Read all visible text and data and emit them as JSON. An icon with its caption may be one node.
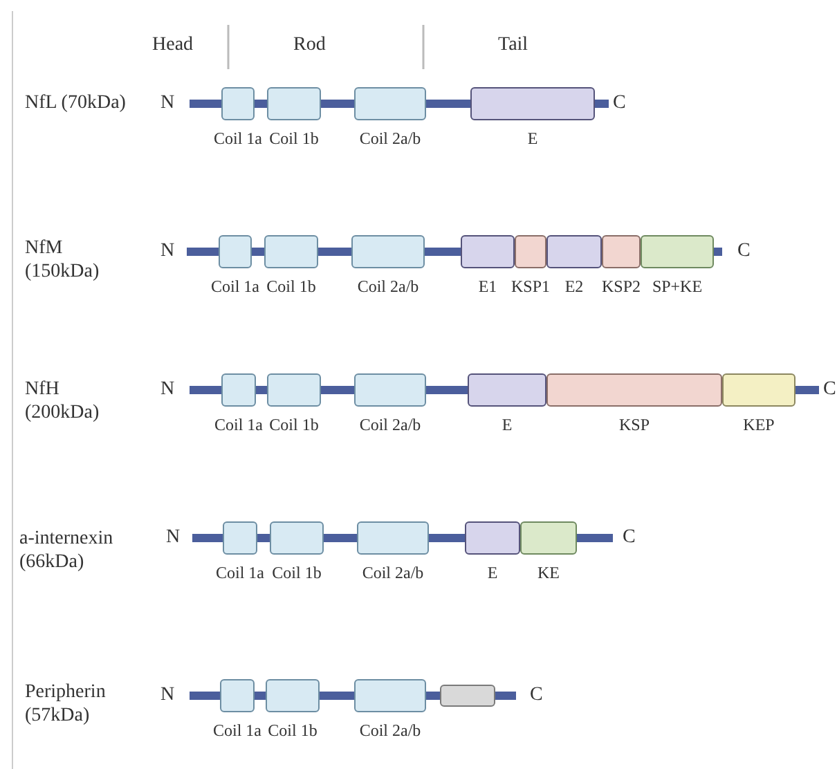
{
  "diagram": {
    "nodes": [
      {
        "text": [
          "Coil 1a"
        ]
      },
      {
        "text": [
          "Coil 1b"
        ]
      },
      {
        "text": [
          "Coil 2a/b"
        ]
      },
      {
        "text": [
          "E"
        ]
      },
      {
        "text": [
          "Coil 1a"
        ]
      },
      {
        "text": [
          "Coil 1b"
        ]
      },
      {
        "text": [
          "Coil 2a/b"
        ]
      },
      {
        "text": [
          "E1"
        ]
      },
      {
        "text": [
          "KSP1"
        ]
      },
      {
        "text": [
          "E2"
        ]
      },
      {
        "text": [
          "KSP2"
        ]
      },
      {
        "text": [
          "SP+KE"
        ]
      },
      {
        "text": [
          "Coil 1a"
        ]
      },
      {
        "text": [
          "Coil 1b"
        ]
      },
      {
        "text": [
          "Coil 2a/b"
        ]
      },
      {
        "text": [
          "E"
        ]
      },
      {
        "text": [
          "KSP"
        ]
      },
      {
        "text": [
          "KEP"
        ]
      },
      {
        "text": [
          "Coil 1a"
        ]
      },
      {
        "text": [
          "Coil 1b"
        ]
      },
      {
        "text": [
          "Coil 2a/b"
        ]
      },
      {
        "text": [
          "E"
        ]
      },
      {
        "text": [
          "KE"
        ]
      },
      {
        "text": [
          "Coil 1a"
        ]
      },
      {
        "text": [
          "Coil 1b"
        ]
      },
      {
        "text": [
          "Coil 2a/b"
        ]
      },
      {
        "text": [],
        "shape": "box"
      }
    ],
    "edges": [],
    "labels": [
      "Head",
      "Rod",
      "Tail",
      "NfL (70kDa)",
      "N",
      "C",
      "NfM (150kDa)",
      "N",
      "C",
      "NfH (200kDa)",
      "N",
      "C",
      "a-internexin (66kDa)",
      "N",
      "C",
      "Peripherin (57kDa)",
      "N",
      "C"
    ]
  }
}
